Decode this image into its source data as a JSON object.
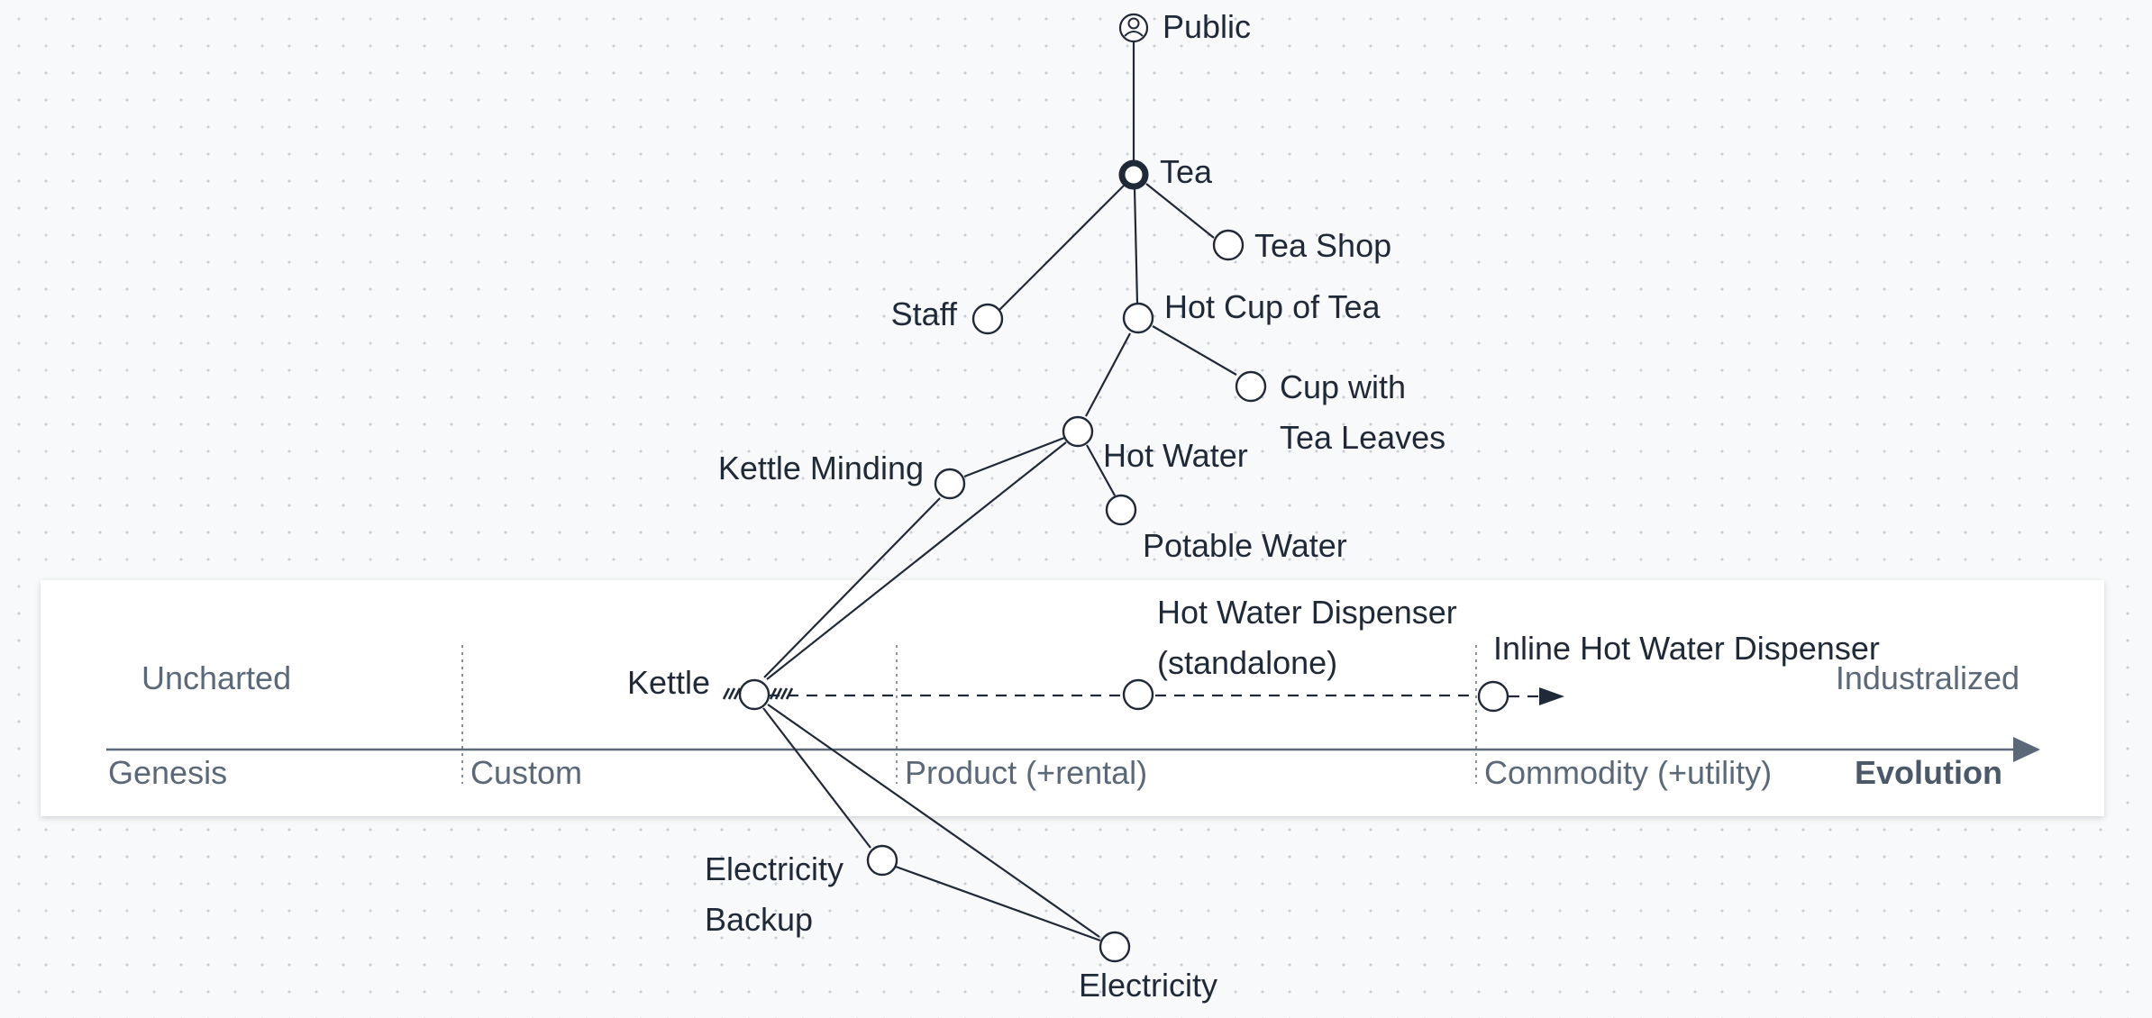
{
  "axis": {
    "stages": [
      "Genesis",
      "Custom",
      "Product (+rental)",
      "Commodity (+utility)"
    ],
    "evolution_label": "Evolution",
    "uncharted_label": "Uncharted",
    "industrialized_label": "Industralized"
  },
  "nodes": [
    {
      "id": "public",
      "label": "Public",
      "kind": "user",
      "stage_evolution": 0.495
    },
    {
      "id": "tea",
      "label": "Tea",
      "kind": "anchor",
      "stage_evolution": 0.495
    },
    {
      "id": "tea_shop",
      "label": "Tea Shop",
      "kind": "component",
      "stage_evolution": 0.57
    },
    {
      "id": "staff",
      "label": "Staff",
      "kind": "component",
      "stage_evolution": 0.42
    },
    {
      "id": "hot_cup",
      "label": "Hot Cup of Tea",
      "kind": "component",
      "stage_evolution": 0.497
    },
    {
      "id": "cup_leaves",
      "label": "Cup with Tea Leaves",
      "kind": "component",
      "stage_evolution": 0.555
    },
    {
      "id": "hot_water",
      "label": "Hot Water",
      "kind": "component",
      "stage_evolution": 0.466
    },
    {
      "id": "kettle_minding",
      "label": "Kettle Minding",
      "kind": "component",
      "stage_evolution": 0.405
    },
    {
      "id": "potable_water",
      "label": "Potable Water",
      "kind": "component",
      "stage_evolution": 0.488
    },
    {
      "id": "kettle",
      "label": "Kettle",
      "kind": "component",
      "stage_evolution": 0.302,
      "inertia": true
    },
    {
      "id": "dispenser_standalone",
      "label": "Hot Water Dispenser (standalone)",
      "kind": "component",
      "stage_evolution": 0.495
    },
    {
      "id": "inline_dispenser",
      "label": "Inline Hot Water Dispenser",
      "kind": "component",
      "stage_evolution": 0.684
    },
    {
      "id": "electricity_backup",
      "label": "Electricity Backup",
      "kind": "component",
      "stage_evolution": 0.376
    },
    {
      "id": "electricity",
      "label": "Electricity",
      "kind": "component",
      "stage_evolution": 0.483
    }
  ],
  "links": [
    [
      "public",
      "tea"
    ],
    [
      "tea",
      "tea_shop"
    ],
    [
      "tea",
      "staff"
    ],
    [
      "tea",
      "hot_cup"
    ],
    [
      "hot_cup",
      "cup_leaves"
    ],
    [
      "hot_cup",
      "hot_water"
    ],
    [
      "hot_water",
      "kettle_minding"
    ],
    [
      "hot_water",
      "potable_water"
    ],
    [
      "hot_water",
      "kettle"
    ],
    [
      "kettle_minding",
      "kettle"
    ],
    [
      "kettle",
      "electricity_backup"
    ],
    [
      "kettle",
      "electricity"
    ],
    [
      "electricity_backup",
      "electricity"
    ]
  ],
  "evolutions": [
    [
      "kettle",
      "dispenser_standalone"
    ],
    [
      "dispenser_standalone",
      "inline_dispenser"
    ]
  ]
}
